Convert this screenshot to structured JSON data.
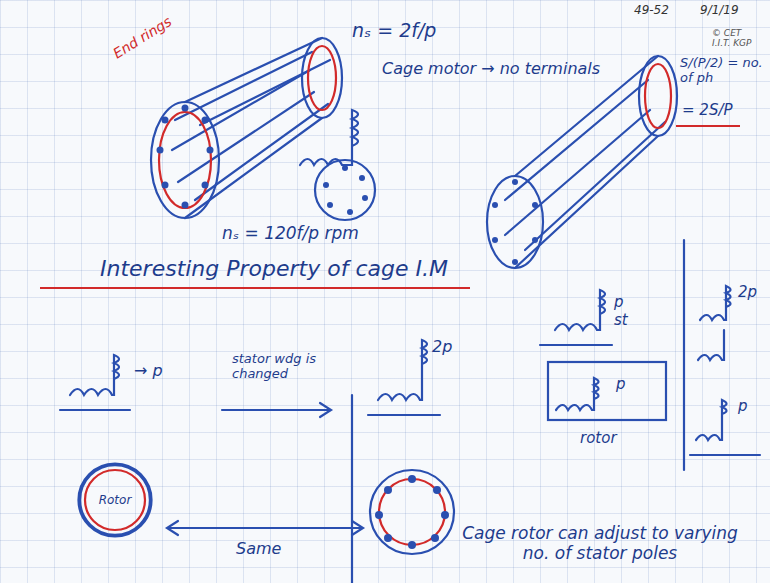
{
  "diagram": {
    "nodes": [
      {
        "text": [
          "Rotor"
        ]
      }
    ],
    "labels": [
      "49-52",
      "9/1/19",
      "© CET I.I.T. KGP",
      "nₛ = 2f/p",
      "End rings",
      "Cage motor → no terminals",
      "nₛ = 120f/p rpm",
      "S/(P/2) = no. of ph",
      "= 2S/P",
      "p",
      "st",
      "p",
      "rotor",
      "2p",
      "p",
      "Interesting Property of cage I.M",
      "→ p",
      "stator wdg is changed",
      "2p",
      "Same",
      "Cage rotor can adjust to varying no. of stator poles"
    ]
  }
}
